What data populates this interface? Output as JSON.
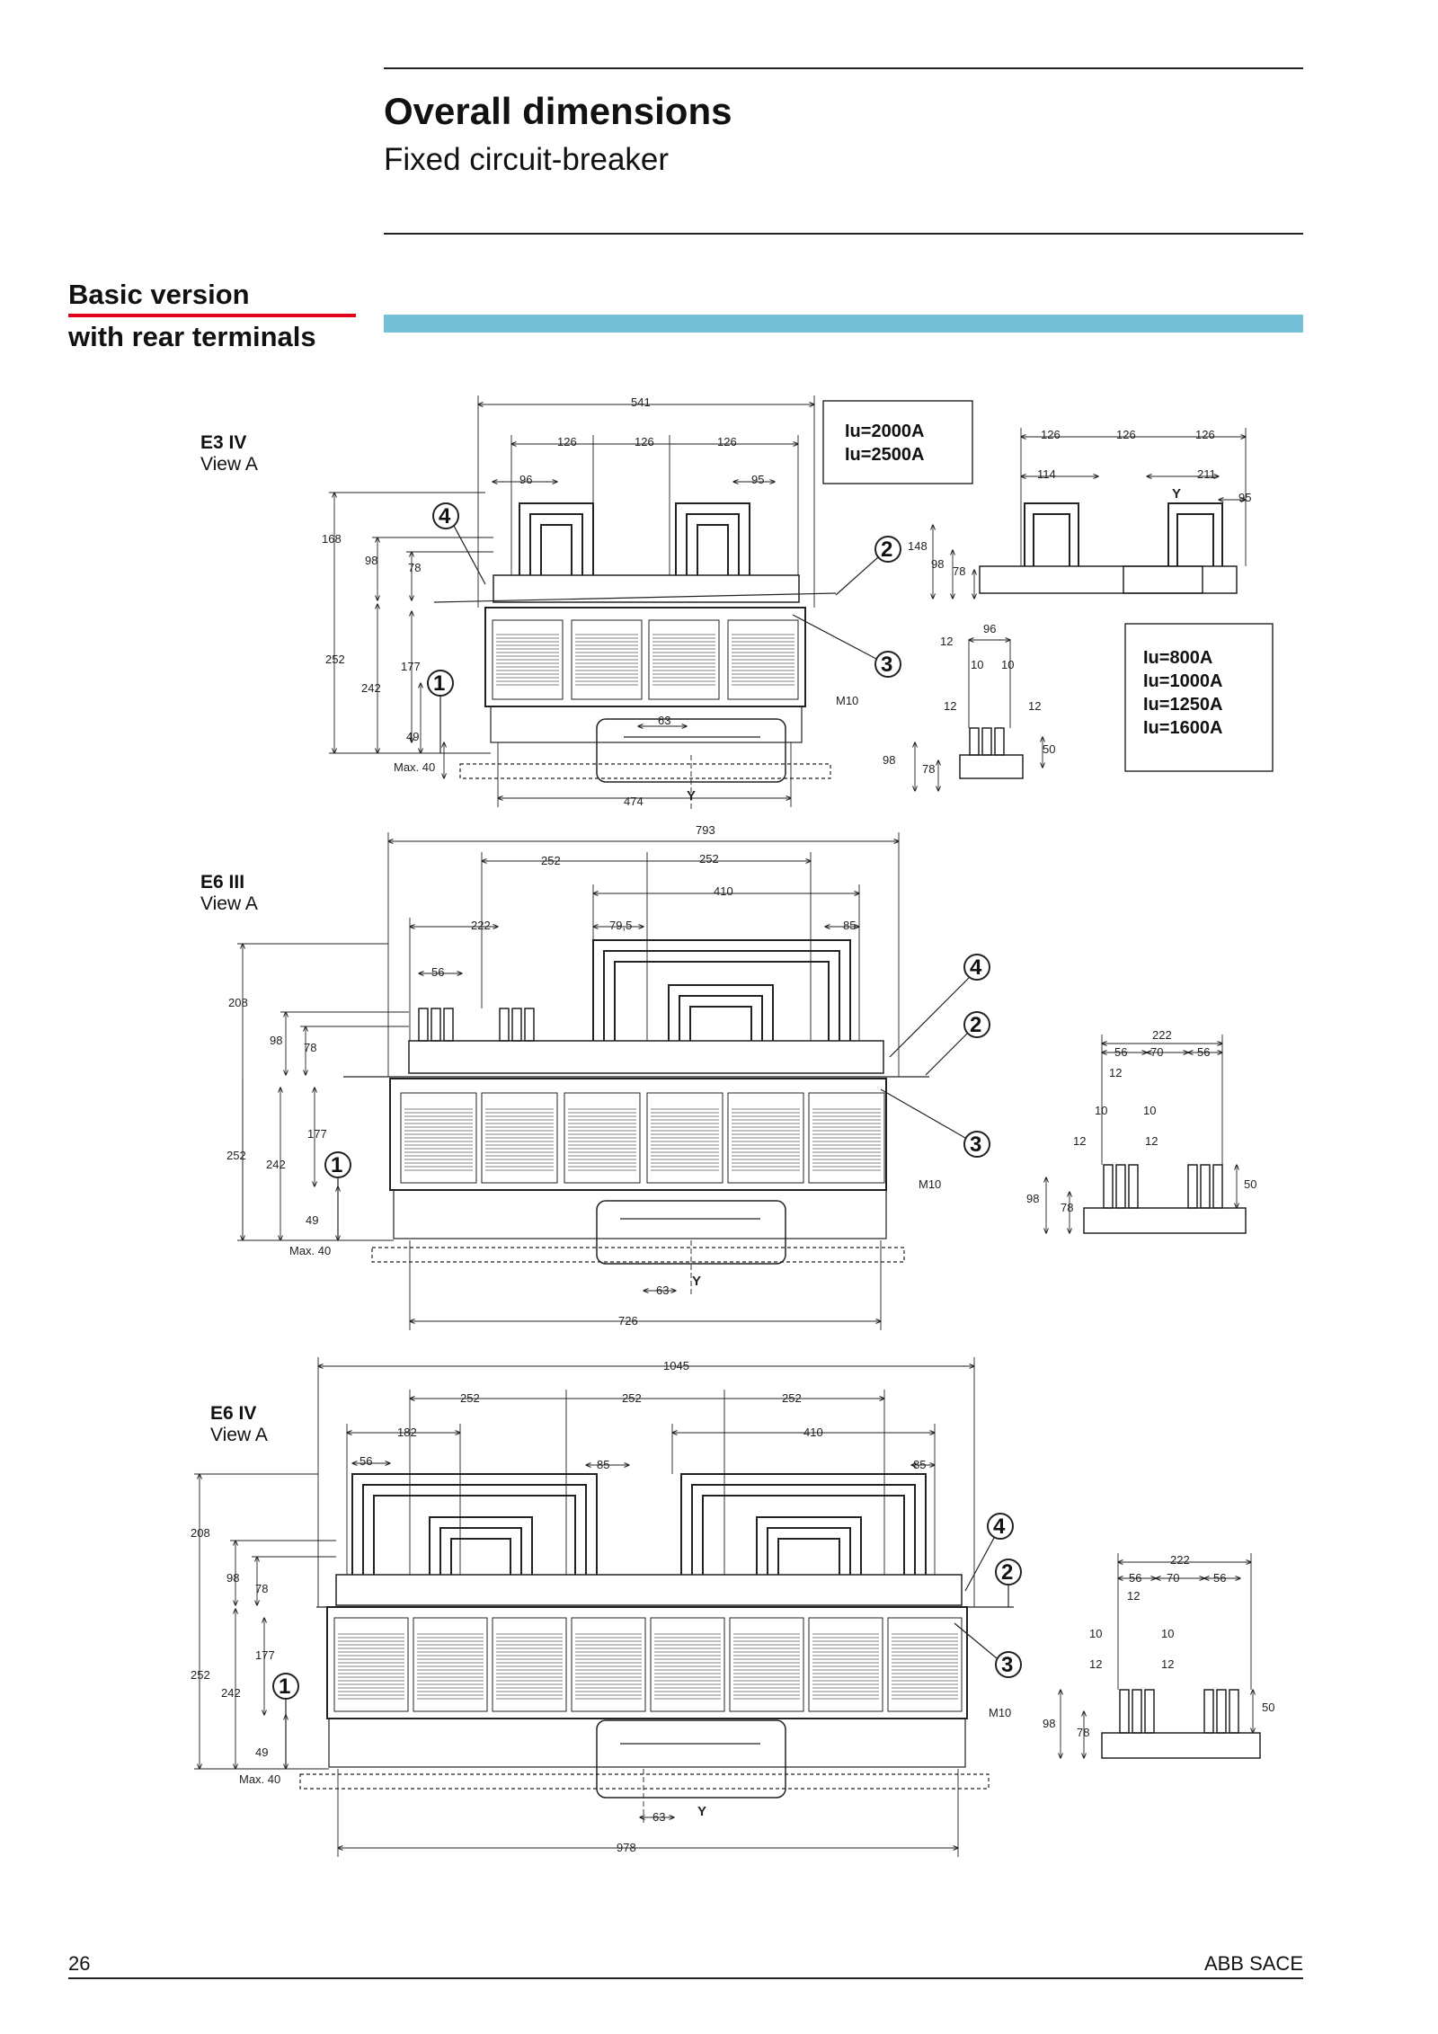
{
  "header": {
    "title": "Overall dimensions",
    "subtitle": "Fixed circuit-breaker"
  },
  "section": {
    "line1": "Basic version",
    "line2": "with rear terminals"
  },
  "icons": [
    "callout-1",
    "callout-2",
    "callout-3",
    "callout-4"
  ],
  "colors": {
    "accent_red": "#e3001b",
    "band_blue": "#75c0d6"
  },
  "views": {
    "e3iv": {
      "name": "E3 IV",
      "view": "View A",
      "rating_top": [
        "Iu=2000A",
        "Iu=2500A"
      ],
      "rating_bottom": [
        "Iu=800A",
        "Iu=1000A",
        "Iu=1250A",
        "Iu=1600A"
      ],
      "dims": {
        "d541": "541",
        "d126a": "126",
        "d126b": "126",
        "d126c": "126",
        "d96": "96",
        "d95": "95",
        "d168": "168",
        "d98": "98",
        "d78": "78",
        "d252": "252",
        "d242": "242",
        "d177": "177",
        "d49": "49",
        "max40": "Max. 40",
        "d63": "63",
        "d474": "474",
        "y": "Y",
        "m10": "M10",
        "r126a": "126",
        "r126b": "126",
        "r126c": "126",
        "r114": "114",
        "r211": "211",
        "r95": "95",
        "rY": "Y",
        "r148": "148",
        "r98": "98",
        "r78": "78",
        "s96": "96",
        "s12a": "12",
        "s10a": "10",
        "s10b": "10",
        "s12b": "12",
        "s12c": "12",
        "s50": "50",
        "s98": "98",
        "s78": "78"
      }
    },
    "e6iii": {
      "name": "E6 III",
      "view": "View A",
      "dims": {
        "d793": "793",
        "d252a": "252",
        "d252b": "252",
        "d410": "410",
        "d222": "222",
        "d795": "79,5",
        "d85": "85",
        "d56": "56",
        "d208": "208",
        "d98": "98",
        "d78": "78",
        "d252": "252",
        "d242": "242",
        "d177": "177",
        "d49": "49",
        "max40": "Max. 40",
        "d63": "63",
        "y": "Y",
        "d726": "726",
        "m10": "M10",
        "s222": "222",
        "s56a": "56",
        "s70": "70",
        "s56b": "56",
        "s12a": "12",
        "s10a": "10",
        "s10b": "10",
        "s12b": "12",
        "s12c": "12",
        "s50": "50",
        "s98": "98",
        "s78": "78"
      }
    },
    "e6iv": {
      "name": "E6 IV",
      "view": "View A",
      "dims": {
        "d1045": "1045",
        "d252a": "252",
        "d252b": "252",
        "d252c": "252",
        "d182": "182",
        "d410": "410",
        "d56": "56",
        "d85a": "85",
        "d85b": "85",
        "d208": "208",
        "d98": "98",
        "d78": "78",
        "d252": "252",
        "d242": "242",
        "d177": "177",
        "d49": "49",
        "max40": "Max. 40",
        "d63": "63",
        "y": "Y",
        "d978": "978",
        "m10": "M10",
        "s222": "222",
        "s56a": "56",
        "s70": "70",
        "s56b": "56",
        "s12a": "12",
        "s10a": "10",
        "s10b": "10",
        "s12b": "12",
        "s12c": "12",
        "s50": "50",
        "s98": "98",
        "s78": "78"
      }
    }
  },
  "footer": {
    "page": "26",
    "brand": "ABB SACE"
  }
}
